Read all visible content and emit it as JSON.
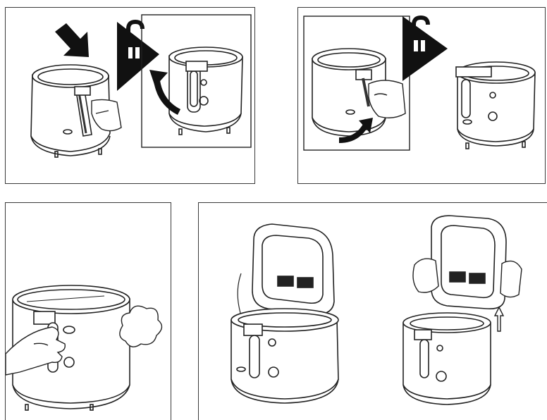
{
  "sheet": {
    "colors": {
      "ink": "#1a1a1a",
      "line": "#3a3a3a",
      "paper": "#ffffff"
    },
    "panels": [
      {
        "id": "step-1",
        "depicts": [
          "fryer",
          "arrow-down-icon",
          "unlock-icon",
          "hand",
          "handle-rotate-arrow-icon"
        ]
      },
      {
        "id": "step-2",
        "depicts": [
          "fryer",
          "unlock-icon",
          "hand",
          "handle-lift-arrow-icon"
        ]
      },
      {
        "id": "step-3",
        "depicts": [
          "fryer",
          "hand",
          "steam-cloud"
        ]
      },
      {
        "id": "step-4",
        "depicts": [
          "fryer-lid-open",
          "lid-removed",
          "hands",
          "arrow-up-icon"
        ]
      }
    ]
  }
}
